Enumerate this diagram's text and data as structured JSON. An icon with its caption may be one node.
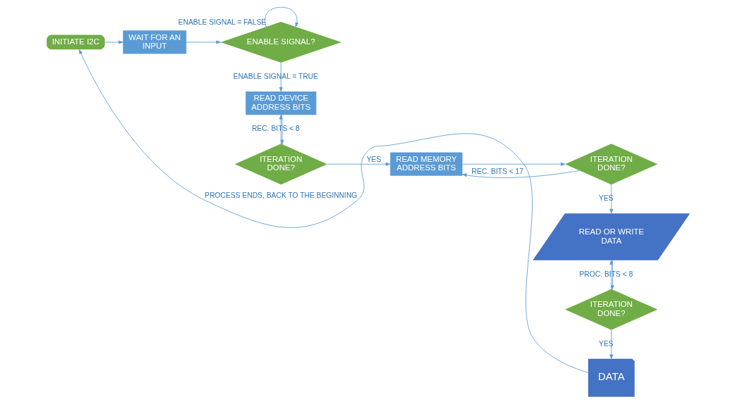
{
  "diagram": {
    "nodes": [
      {
        "text": [
          "INITIATE I2C"
        ]
      },
      {
        "text": [
          "WAIT FOR AN INPUT"
        ]
      },
      {
        "text": [
          "ENABLE SIGNAL?"
        ]
      },
      {
        "text": [
          "READ DEVICE ADDRESS BITS"
        ]
      },
      {
        "text": [
          "ITERATION DONE?"
        ]
      },
      {
        "text": [
          "READ MEMORY ADDRESS BITS"
        ]
      },
      {
        "text": [
          "ITERATION DONE?"
        ]
      },
      {
        "text": [
          "READ OR WRITE DATA"
        ]
      },
      {
        "text": [
          "ITERATION DONE?"
        ]
      },
      {
        "text": [
          "DATA"
        ]
      }
    ],
    "edges": [
      {
        "from": 0,
        "to": 1,
        "arrow": "to"
      },
      {
        "from": 1,
        "to": 2,
        "arrow": "to"
      },
      {
        "from": 2,
        "to": 2,
        "arrow": "to",
        "label": "ENABLE SIGNAL = FALSE"
      },
      {
        "from": 2,
        "to": 3,
        "arrow": "to",
        "label": "ENABLE SIGNAL = TRUE"
      },
      {
        "from": 3,
        "to": 4,
        "arrow": "to"
      },
      {
        "from": 4,
        "to": 3,
        "arrow": "to",
        "label": "REC. BITS < 8"
      },
      {
        "from": 4,
        "to": 5,
        "arrow": "to",
        "label": "YES"
      },
      {
        "from": 5,
        "to": 6,
        "arrow": "to"
      },
      {
        "from": 6,
        "to": 5,
        "arrow": "to",
        "label": "REC. BITS < 17"
      },
      {
        "from": 6,
        "to": 7,
        "arrow": "to",
        "label": "YES"
      },
      {
        "from": 7,
        "to": 8,
        "arrow": "to"
      },
      {
        "from": 8,
        "to": 7,
        "arrow": "to",
        "label": "PROC. BITS < 8"
      },
      {
        "from": 8,
        "to": 9,
        "arrow": "to",
        "label": "YES"
      },
      {
        "from": 9,
        "to": 0,
        "arrow": "to",
        "label": "PROCESS ENDS, BACK TO THE BEGINNING"
      }
    ]
  }
}
